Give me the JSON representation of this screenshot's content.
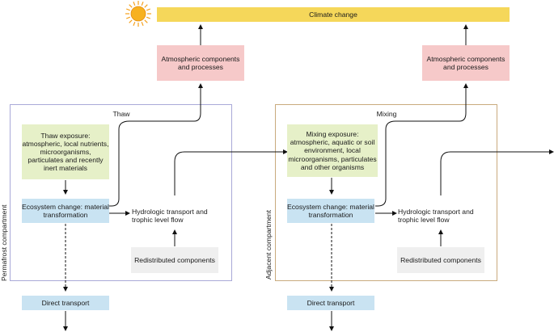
{
  "climate": {
    "label": "Climate change"
  },
  "sun": {
    "icon": "sun-icon",
    "color": "#f5a01a"
  },
  "atmos_left": {
    "label": "Atmospheric components and processes"
  },
  "atmos_right": {
    "label": "Atmospheric components and processes"
  },
  "thaw": {
    "title": "Thaw",
    "side_label": "Permafrost compartment",
    "exposure": "Thaw exposure: atmospheric, local nutrients, microorganisms, particulates and recently inert materials",
    "ecosystem": "Ecosystem change: material transformation",
    "hydro": "Hydrologic transport and trophic level flow",
    "redistributed": "Redistributed components",
    "direct": "Direct transport"
  },
  "mixing": {
    "title": "Mixing",
    "side_label": "Adjacent compartment",
    "exposure": "Mixing exposure: atmospheric, aquatic or soil environment, local microorganisms, particulates and other organisms",
    "ecosystem": "Ecosystem change: material transformation",
    "hydro": "Hydrologic transport and trophic level flow",
    "redistributed": "Redistributed components",
    "direct": "Direct transport"
  },
  "colors": {
    "climate_bar": "#f5d75a",
    "atmospheric": "#f6c9c9",
    "exposure": "#e6f0c8",
    "ecosystem": "#c9e3f2",
    "redistributed": "#efefef",
    "thaw_frame": "#a9a9d8",
    "mixing_frame": "#c9aa7d"
  }
}
